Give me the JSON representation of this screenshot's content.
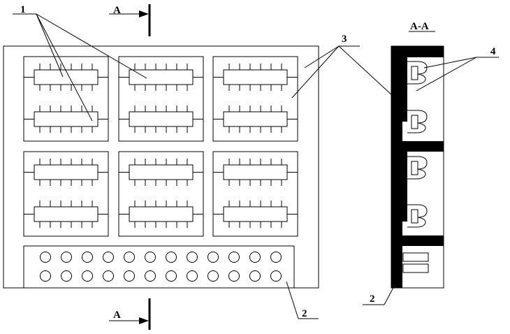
{
  "figure": {
    "callouts": {
      "c1": "1",
      "c2": "2",
      "c3": "3",
      "c4": "4"
    },
    "section_marker": "A",
    "section_title": "A-A",
    "front_view": {
      "module_rows": 2,
      "module_cols": 3,
      "chips_per_module": 2,
      "pins_per_side": 6,
      "connector_rows": 2,
      "connector_holes_per_row": 12
    },
    "side_view": {
      "sections": 3,
      "contacts_per_section": 2,
      "connector_strips": 2
    }
  }
}
